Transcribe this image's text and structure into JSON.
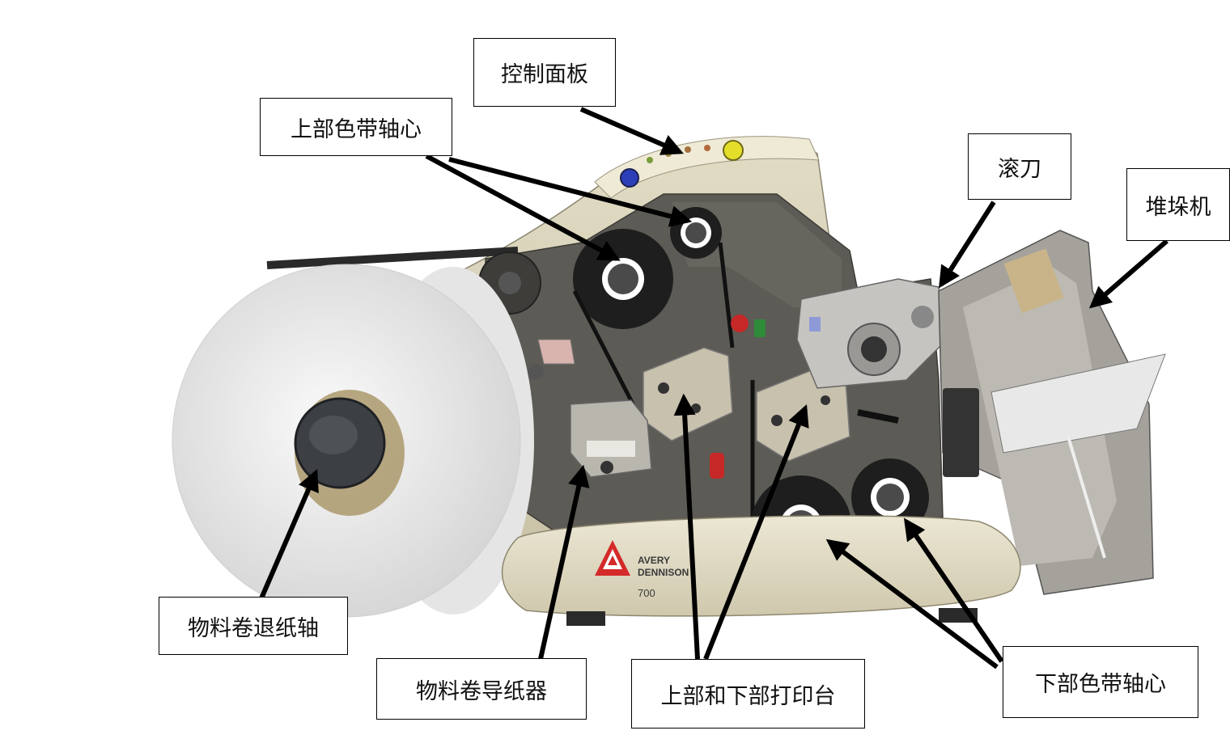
{
  "labels": {
    "control_panel": "控制面板",
    "upper_ribbon_core": "上部色带轴心",
    "cutter": "滚刀",
    "stacker": "堆垛机",
    "unwind_spindle": "物料卷退纸轴",
    "material_guide": "物料卷导纸器",
    "print_platens": "上部和下部打印台",
    "lower_ribbon_core": "下部色带轴心"
  },
  "brand": {
    "line1": "AVERY",
    "line2": "DENNISON",
    "model": "700"
  },
  "colors": {
    "body": "#5d5b55",
    "housing": "#d6d0b8",
    "roll": "#eeeeee",
    "logo_red": "#d42a2a"
  }
}
